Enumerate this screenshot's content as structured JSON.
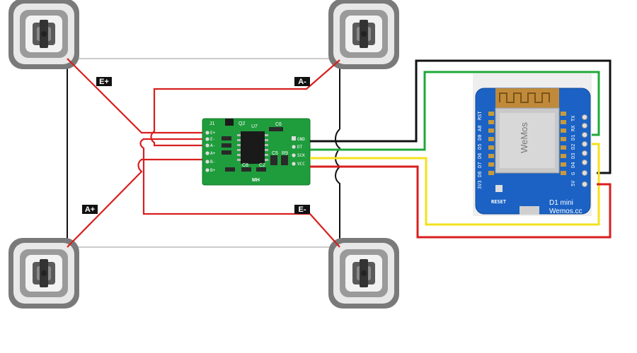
{
  "colors": {
    "red": "#d81f1f",
    "black": "#111111",
    "green": "#1fa83a",
    "yellow": "#f3e21c",
    "frame": "#cccccc",
    "hx711_board": "#1f9c3c",
    "d1_board": "#1b62c4"
  },
  "icons": {
    "load_cell": "load-cell-icon",
    "amplifier": "hx711-board-icon",
    "microcontroller": "d1-mini-board-icon"
  },
  "load_cells": {
    "top_left_label": "E+",
    "top_right_label": "A-",
    "bottom_left_label": "A+",
    "bottom_right_label": "E-"
  },
  "hx711": {
    "board_label": "MH",
    "chip_label": "U7",
    "j1_label": "J1",
    "q2_label": "Q2",
    "c6_label": "C6",
    "r9_label": "R9",
    "c8_label": "C8",
    "c2_label": "C2",
    "c5_label": "C5",
    "left_pins": [
      "E+",
      "E-",
      "A-",
      "A+",
      "B-",
      "B+"
    ],
    "right_pins": [
      "GND",
      "DT",
      "SCK",
      "VCC"
    ]
  },
  "d1_mini": {
    "name": "D1 mini",
    "brand": "Wemos.cc",
    "reset_label": "RESET",
    "top_pins": [
      "RST",
      "A0",
      "D0",
      "D5",
      "D6",
      "D7",
      "D8",
      "3V3"
    ],
    "right_pins": [
      "TX",
      "RX",
      "D1",
      "D2",
      "D3",
      "D4",
      "G",
      "5V"
    ]
  }
}
